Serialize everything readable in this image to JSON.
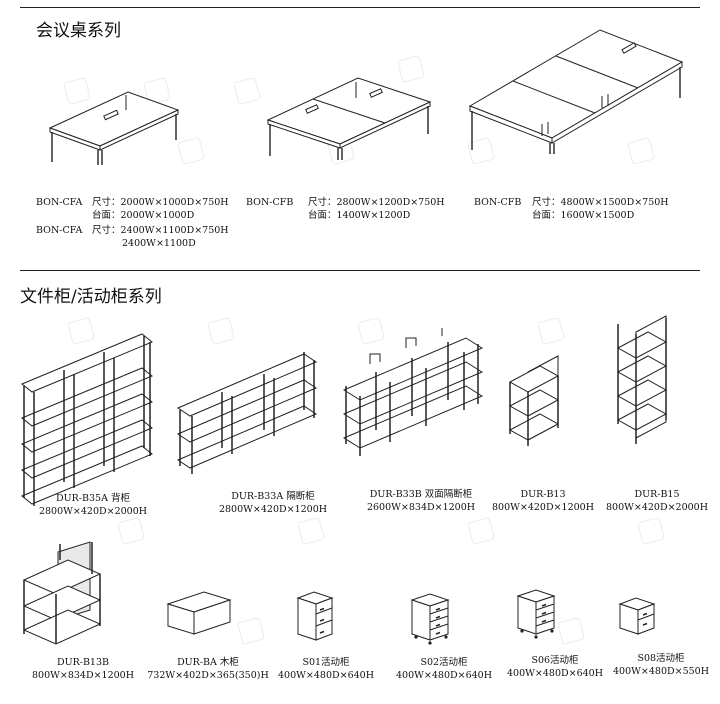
{
  "sections": [
    {
      "title": "会议桌系列"
    },
    {
      "title": "文件柜/活动柜系列"
    }
  ],
  "tables": [
    {
      "model": "BON-CFA",
      "size_label": "尺寸：2000W×1000D×750H",
      "top_label": "台面：2000W×1000D"
    },
    {
      "model": "BON-CFA",
      "size_label": "尺寸：2400W×1100D×750H",
      "top_label": "2400W×1100D"
    },
    {
      "model": "BON-CFB",
      "size_label": "尺寸：2800W×1200D×750H",
      "top_label": "台面：1400W×1200D"
    },
    {
      "model": "BON-CFB",
      "size_label": "尺寸：4800W×1500D×750H",
      "top_label": "台面：1600W×1500D"
    }
  ],
  "cabinets_row1": [
    {
      "name": "DUR-B35A 背柜",
      "dims": "2800W×420D×2000H"
    },
    {
      "name": "DUR-B33A 隔断柜",
      "dims": "2800W×420D×1200H"
    },
    {
      "name": "DUR-B33B 双面隔断柜",
      "dims": "2600W×834D×1200H"
    },
    {
      "name": "DUR-B13",
      "dims": "800W×420D×1200H"
    },
    {
      "name": "DUR-B15",
      "dims": "800W×420D×2000H"
    }
  ],
  "cabinets_row2": [
    {
      "name": "DUR-B13B",
      "dims": "800W×834D×1200H"
    },
    {
      "name": "DUR-BA 木柜",
      "dims": "732W×402D×365(350)H"
    },
    {
      "name": "S01活动柜",
      "dims": "400W×480D×640H"
    },
    {
      "name": "S02活动柜",
      "dims": "400W×480D×640H"
    },
    {
      "name": "S06活动柜",
      "dims": "400W×480D×640H"
    },
    {
      "name": "S08活动柜",
      "dims": "400W×480D×550H"
    }
  ],
  "colors": {
    "ink": "#222222",
    "fill": "#ffffff",
    "shade": "#e6e6e6",
    "watermark": "#c8c8c8"
  }
}
